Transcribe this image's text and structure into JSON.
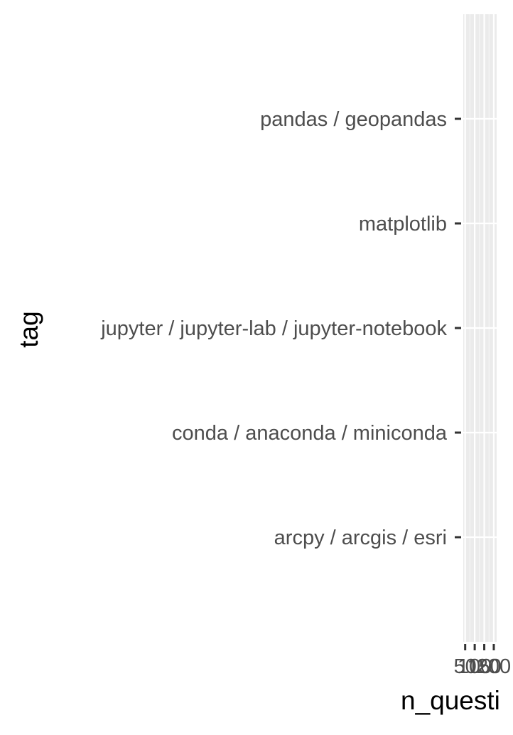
{
  "chart_data": {
    "type": "bar",
    "orientation": "horizontal",
    "categories": [
      "arcpy / arcgis / esri",
      "conda / anaconda / miniconda",
      "jupyter / jupyter-lab / jupyter-notebook",
      "matplotlib",
      "pandas / geopandas"
    ],
    "x_tick_labels": [
      "50",
      "100",
      "150",
      "200"
    ],
    "x_tick_values": [
      50,
      100,
      150,
      200
    ],
    "xlim": [
      40,
      215
    ],
    "xlabel": "n_questi",
    "ylabel": "tag",
    "grid": true,
    "legend": "none",
    "colors": {
      "panel": "#ebebeb",
      "grid_major": "#ffffff",
      "grid_minor": "#f5f5f5",
      "tick_text": "#4d4d4d",
      "tick_mark": "#333333",
      "axis_title": "#000000"
    }
  }
}
